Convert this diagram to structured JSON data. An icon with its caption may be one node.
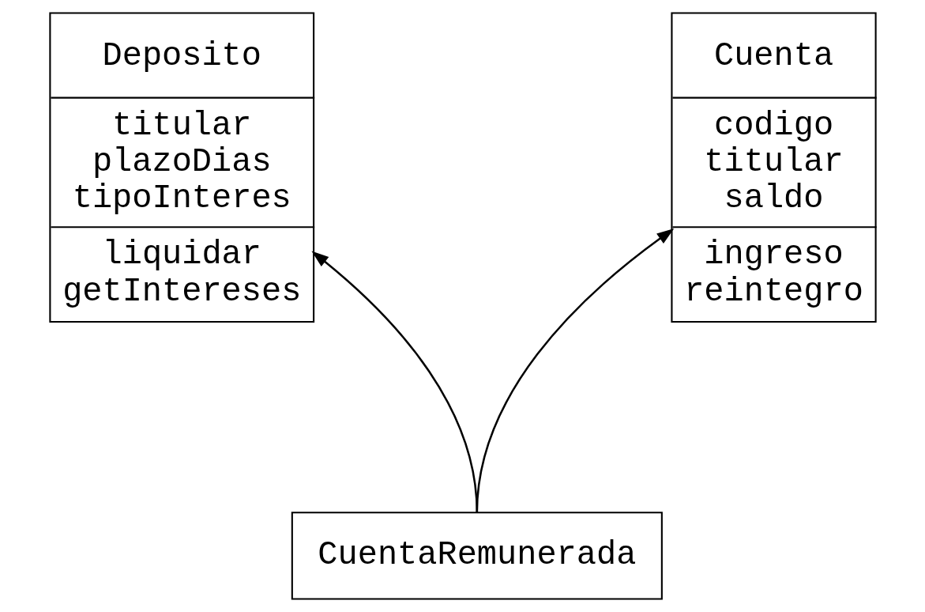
{
  "diagram": {
    "nodes": [
      {
        "text": [
          "Deposito",
          "titular plazoDias tipoInteres",
          "liquidar getIntereses"
        ]
      },
      {
        "text": [
          "Cuenta",
          "codigo titular saldo",
          "ingreso reintegro"
        ]
      },
      {
        "text": [
          "CuentaRemunerada"
        ]
      }
    ],
    "edges": [
      {
        "from": 2,
        "to": 0,
        "arrow": "to"
      },
      {
        "from": 2,
        "to": 1,
        "arrow": "to"
      }
    ]
  }
}
